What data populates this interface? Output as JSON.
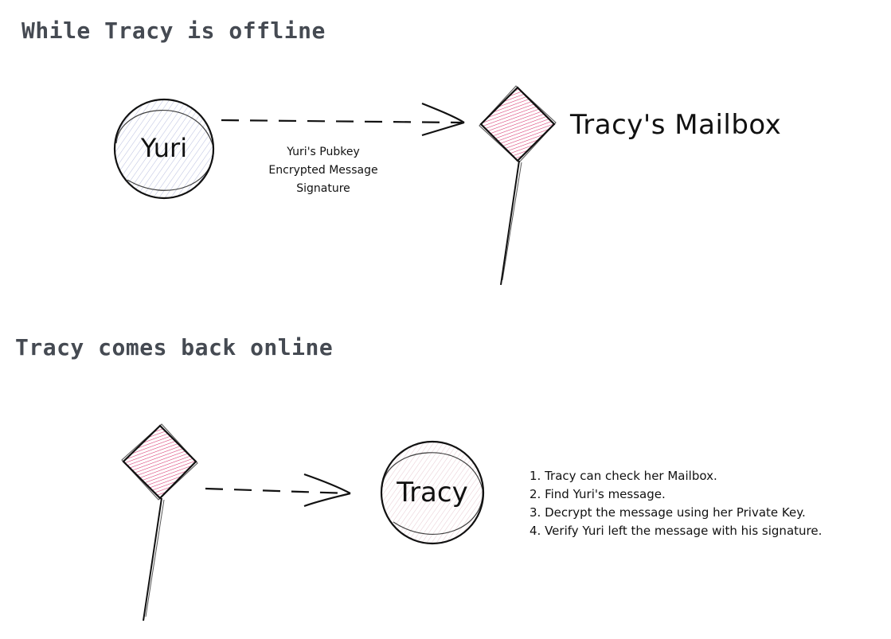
{
  "section1": {
    "heading": "While Tracy is offline"
  },
  "section2": {
    "heading": "Tracy comes back online"
  },
  "nodes": {
    "yuri": {
      "label": "Yuri"
    },
    "tracy": {
      "label": "Tracy"
    },
    "mailbox_label": "Tracy's Mailbox"
  },
  "message_payload": [
    "Yuri's Pubkey",
    "Encrypted Message",
    "Signature"
  ],
  "steps": [
    "1. Tracy can check her Mailbox.",
    "2. Find Yuri's message.",
    "3. Decrypt the message using her Private Key.",
    "4. Verify Yuri left the message with his signature."
  ],
  "colors": {
    "heading": "#454a52",
    "stroke": "#111111",
    "yuri_fill": "#c9cde8",
    "tracy_fill": "#f2dde2",
    "mailbox_fill": "#d6336c"
  }
}
